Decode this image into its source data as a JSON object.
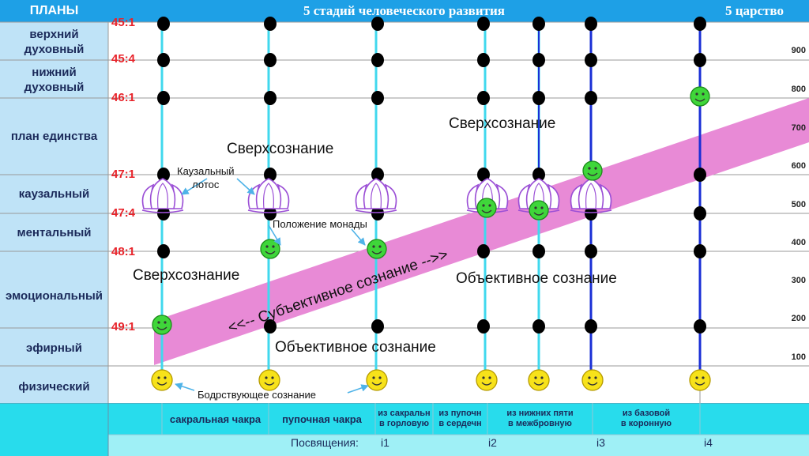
{
  "header": {
    "planes_title": "ПЛАНЫ",
    "stages_title": "5  стадий человеческого развития",
    "kingdom_title": "5 царство"
  },
  "planes": [
    {
      "label": "верхний\nдуховный"
    },
    {
      "label": "нижний\nдуховный"
    },
    {
      "label": "план единства"
    },
    {
      "label": "каузальный"
    },
    {
      "label": "ментальный"
    },
    {
      "label": "эмоциональный"
    },
    {
      "label": "эфирный"
    },
    {
      "label": "физический"
    }
  ],
  "subplane_labels": [
    "45:1",
    "45:4",
    "46:1",
    "47:1",
    "47:4",
    "48:1",
    "49:1"
  ],
  "scale_labels": [
    "900",
    "800",
    "700",
    "600",
    "500",
    "400",
    "300",
    "200",
    "100"
  ],
  "annotations": {
    "superconscious_1": "Сверхсознание",
    "superconscious_2": "Сверхсознание",
    "superconscious_3": "Сверхсознание",
    "causal_lotus": "Каузальный\nлотос",
    "monad_position": "Положение монады",
    "subjective": "<<-- Субъективное сознание -->>",
    "objective_1": "Объективное сознание",
    "objective_2": "Объективное сознание",
    "waking": "Бодрствующее сознание"
  },
  "chakras": [
    {
      "label": "сакральная чакра"
    },
    {
      "label": "пупочная чакра"
    },
    {
      "label": "из сакральн\nв горловую"
    },
    {
      "label": "из пупочн\nв сердечн"
    },
    {
      "label": "из нижних пяти\nв межбровную"
    },
    {
      "label": "из базовой\nв коронную"
    }
  ],
  "initiations": {
    "label": "Посвящения:",
    "items": [
      "i1",
      "i2",
      "i3",
      "i4"
    ]
  },
  "colors": {
    "header": "#1ea0e6",
    "plane_column": "#bfe3f7",
    "footer": "#28dcec",
    "cyan_line": "#40d8ee",
    "blue_line": "#1a2fd6",
    "band": "#e88ad6",
    "subplane_red": "#e8232a"
  },
  "icons": [
    "smiley-yellow-icon",
    "smiley-green-icon",
    "lotus-icon",
    "black-dot-icon"
  ]
}
